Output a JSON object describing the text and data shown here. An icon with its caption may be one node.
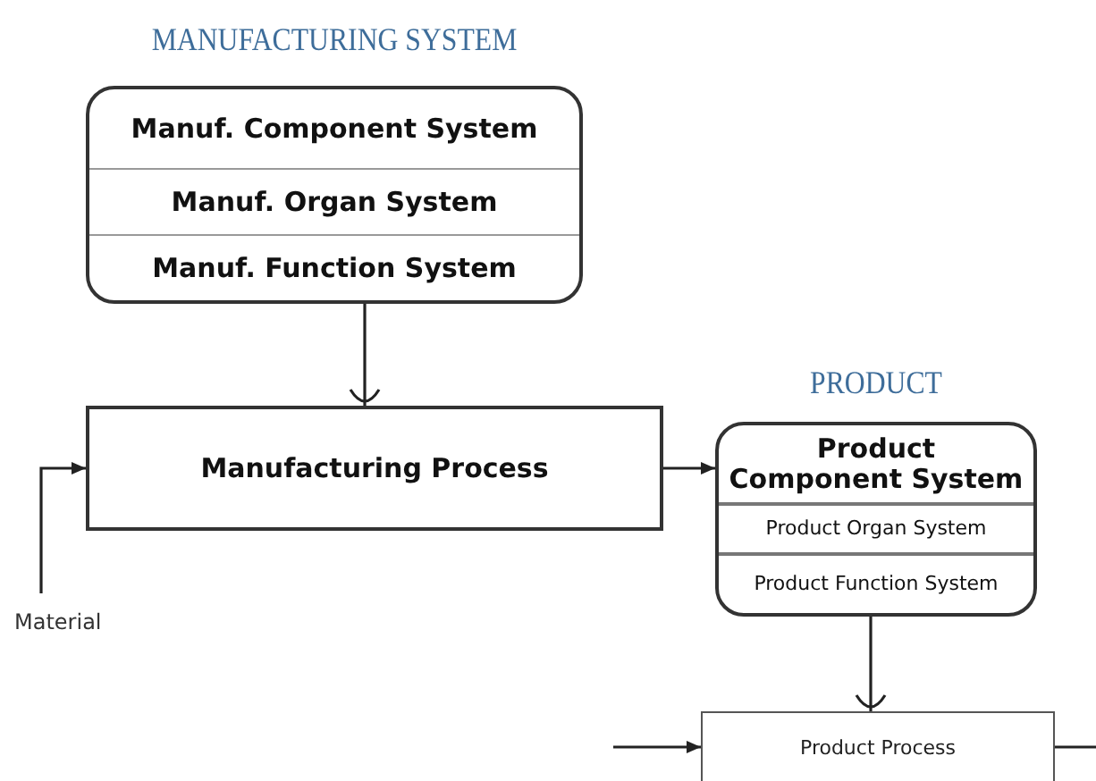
{
  "diagram": {
    "nodes": [
      {
        "text": [
          "MANUFACTURING SYSTEM"
        ]
      },
      {
        "text": [
          "Manuf. Component System"
        ],
        "in": 0
      },
      {
        "text": [
          "Manuf. Organ System"
        ],
        "in": 0
      },
      {
        "text": [
          "Manuf. Function System"
        ],
        "in": 0
      },
      {
        "text": [
          "Manufacturing Process"
        ]
      },
      {
        "text": [
          "Material"
        ]
      },
      {
        "text": [
          "PRODUCT"
        ]
      },
      {
        "text": [
          "Product Component System"
        ],
        "in": 6
      },
      {
        "text": [
          "Product Organ System"
        ],
        "in": 6
      },
      {
        "text": [
          "Product Function System"
        ],
        "in": 6
      },
      {
        "text": [
          "Product Process"
        ]
      }
    ],
    "edges": [
      {
        "from": 0,
        "to": 4,
        "arrow": "other"
      },
      {
        "from": 5,
        "to": 4,
        "arrow": "to"
      },
      {
        "from": 4,
        "to": 6,
        "arrow": "to"
      },
      {
        "from": 6,
        "to": 10,
        "arrow": "other"
      },
      {
        "from": null,
        "to": 10,
        "arrow": "to"
      },
      {
        "from": 10,
        "to": null,
        "arrow": "none"
      }
    ]
  }
}
